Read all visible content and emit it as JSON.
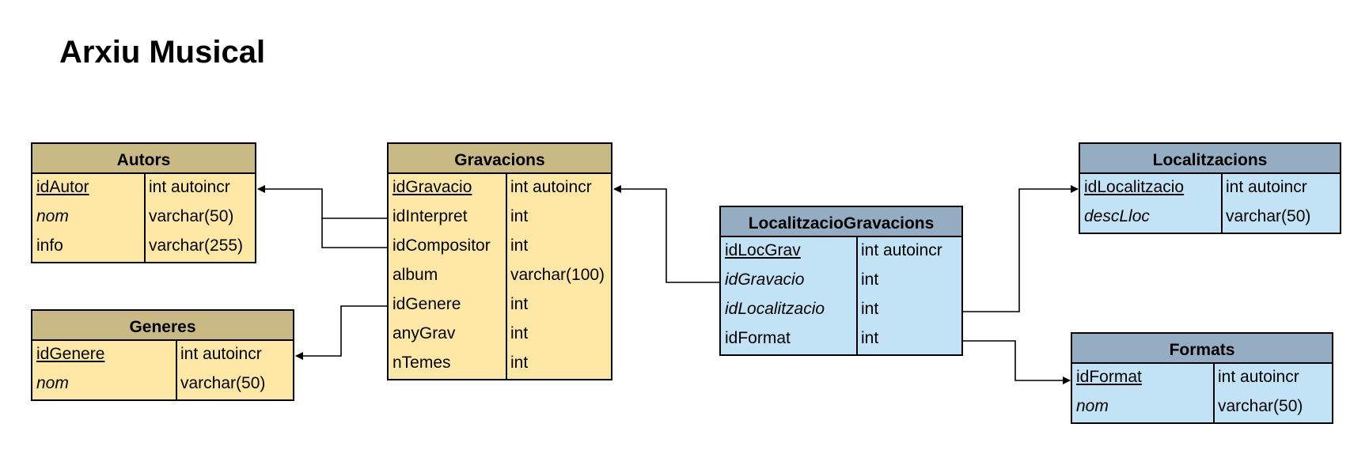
{
  "diagram": {
    "title": "Arxiu Musical",
    "tables": {
      "autors": {
        "name": "Autors",
        "fields": [
          {
            "name": "idAutor",
            "type": "int autoincr",
            "style": "pk"
          },
          {
            "name": "nom",
            "type": "varchar(50)",
            "style": "fk"
          },
          {
            "name": "info",
            "type": "varchar(255)",
            "style": ""
          }
        ]
      },
      "generes": {
        "name": "Generes",
        "fields": [
          {
            "name": "idGenere",
            "type": "int autoincr",
            "style": "pk"
          },
          {
            "name": "nom",
            "type": "varchar(50)",
            "style": "fk"
          }
        ]
      },
      "gravacions": {
        "name": "Gravacions",
        "fields": [
          {
            "name": "idGravacio",
            "type": "int autoincr",
            "style": "pk"
          },
          {
            "name": "idInterpret",
            "type": "int",
            "style": ""
          },
          {
            "name": "idCompositor",
            "type": "int",
            "style": ""
          },
          {
            "name": "album",
            "type": "varchar(100)",
            "style": ""
          },
          {
            "name": "idGenere",
            "type": "int",
            "style": ""
          },
          {
            "name": "anyGrav",
            "type": "int",
            "style": ""
          },
          {
            "name": "nTemes",
            "type": "int",
            "style": ""
          }
        ]
      },
      "localitzacioGravacions": {
        "name": "LocalitzacioGravacions",
        "fields": [
          {
            "name": "idLocGrav",
            "type": "int autoincr",
            "style": "pk"
          },
          {
            "name": "idGravacio",
            "type": "int",
            "style": "fk"
          },
          {
            "name": "idLocalitzacio",
            "type": "int",
            "style": "fk"
          },
          {
            "name": "idFormat",
            "type": "int",
            "style": ""
          }
        ]
      },
      "localitzacions": {
        "name": "Localitzacions",
        "fields": [
          {
            "name": "idLocalitzacio",
            "type": "int autoincr",
            "style": "pk"
          },
          {
            "name": "descLloc",
            "type": "varchar(50)",
            "style": "fk"
          }
        ]
      },
      "formats": {
        "name": "Formats",
        "fields": [
          {
            "name": "idFormat",
            "type": "int autoincr",
            "style": "pk"
          },
          {
            "name": "nom",
            "type": "varchar(50)",
            "style": "fk"
          }
        ]
      }
    }
  }
}
